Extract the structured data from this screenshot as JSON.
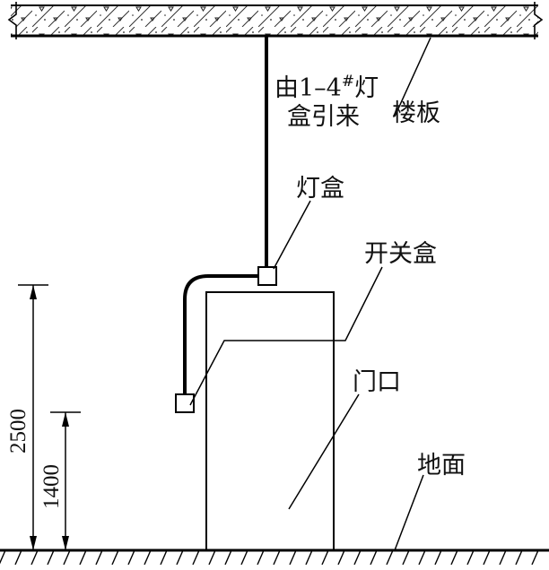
{
  "labels": {
    "source_line1": "由1–4",
    "source_hash": "#",
    "source_line1_end": "灯",
    "source_line2": "盒引来",
    "floor_slab": "楼板",
    "lamp_box": "灯盒",
    "switch_box": "开关盒",
    "doorway": "门口",
    "ground": "地面"
  },
  "dimensions": {
    "height_total": "2500",
    "height_switch": "1400"
  }
}
